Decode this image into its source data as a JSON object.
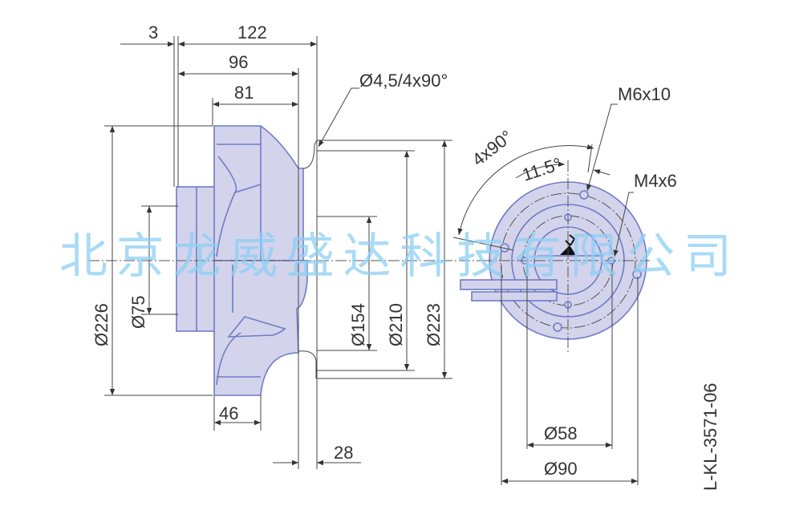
{
  "drawing_id": "L-KL-3571-06",
  "watermark": "北京龙威盛达科技有限公司",
  "side_view": {
    "dim_3": "3",
    "dim_122": "122",
    "dim_96": "96",
    "dim_81": "81",
    "dia_226": "Ø226",
    "dia_75": "Ø75",
    "dia_154": "Ø154",
    "dia_210": "Ø210",
    "dia_223": "Ø223",
    "holes": "Ø4,5/4x90°",
    "dim_46": "46",
    "dim_28": "28"
  },
  "front_view": {
    "m6": "M6x10",
    "m4": "M4x6",
    "angle_4x90": "4x90°",
    "angle_11_5": "11.5°",
    "dia_58": "Ø58",
    "dia_90": "Ø90"
  },
  "colors": {
    "part_fill": "#d3d3ec",
    "part_stroke": "#6f7cc4",
    "watermark": "#8ccff5"
  }
}
